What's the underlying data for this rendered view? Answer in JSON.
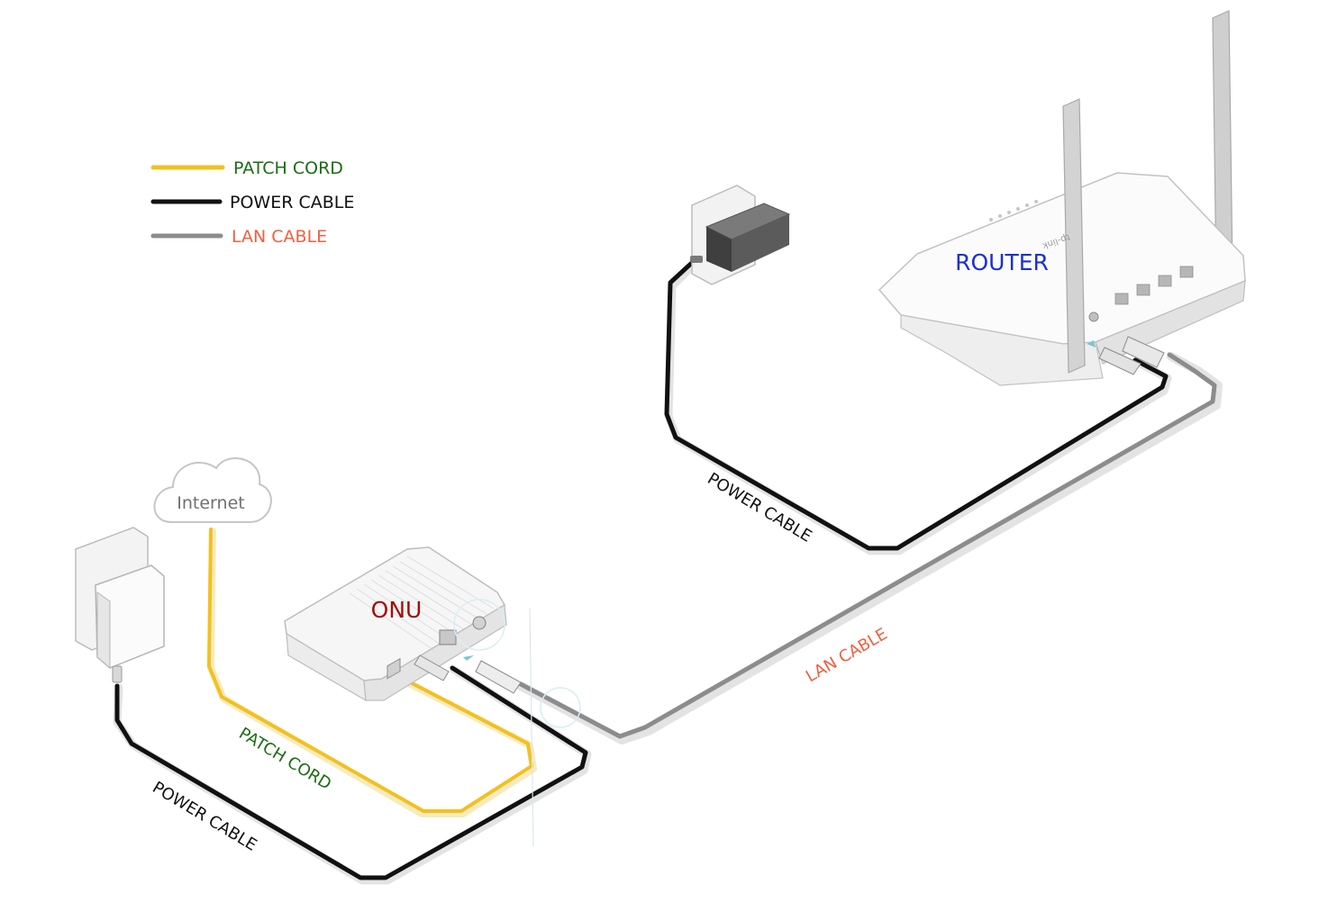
{
  "colors": {
    "patch_cord": "#f3c020",
    "power_cable": "#111111",
    "lan_cable": "#8c8c8c",
    "green_label": "#1a6e12",
    "red_label": "#f06040",
    "onu_label": "#a01008",
    "router_label": "#1a2fd8",
    "device_fill": "#f4f4f4",
    "device_stroke": "#b9b9b9"
  },
  "legend": {
    "patch_cord": "PATCH CORD",
    "power_cable": "POWER CABLE",
    "lan_cable": "LAN CABLE"
  },
  "cloud": {
    "label": "Internet",
    "icon": "cloud-icon"
  },
  "devices": {
    "onu": {
      "label": "ONU"
    },
    "router": {
      "label": "ROUTER",
      "brand": "tp-link"
    }
  },
  "cable_labels": {
    "patch_cord": "PATCH CORD",
    "onu_power": "POWER CABLE",
    "router_power": "POWER CABLE",
    "lan": "LAN CABLE"
  }
}
